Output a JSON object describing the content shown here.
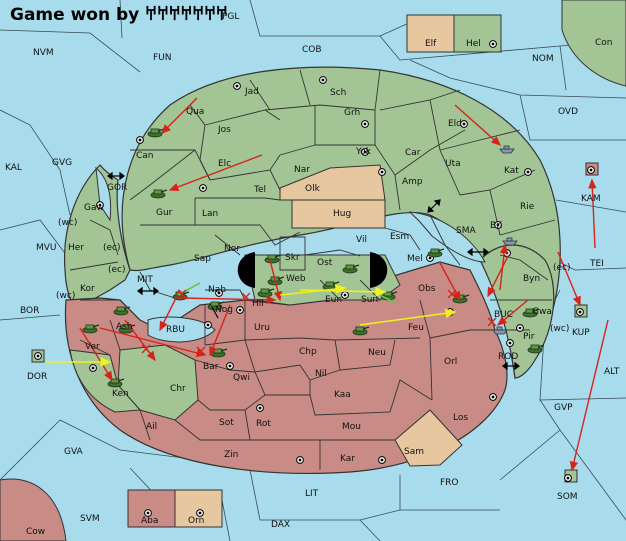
{
  "title": "Game won by 𐀀𐀀𐀀𐀀𐀀𐀀𐀀",
  "colors": {
    "sea": "#a8dced",
    "green": "#a3c495",
    "pink": "#c98b85",
    "tan": "#e6c79f",
    "arrow_red": "#d4241c",
    "arrow_yellow": "#f1f020",
    "arrow_green": "#65c748"
  },
  "labels": {
    "nvm": "NVM",
    "fun": "FUN",
    "cob": "COB",
    "nom": "NOM",
    "con": "Con",
    "pgl": "PGL",
    "elf": "Elf",
    "hel": "Hel",
    "jad": "Jad",
    "sch": "Sch",
    "qua": "Qua",
    "jos": "Jos",
    "grh": "Grh",
    "eld": "Eld",
    "ovd": "OVD",
    "kal": "KAL",
    "gvg": "GVG",
    "can": "Can",
    "elc": "Elc",
    "nar": "Nar",
    "yok": "Yok",
    "car": "Car",
    "uta": "Uta",
    "kat": "Kat",
    "gor": "GOR",
    "gaw": "Gaw",
    "tel": "Tel",
    "olk": "Olk",
    "amp": "Amp",
    "kam": "KAM",
    "gur": "Gur",
    "lan": "Lan",
    "hug": "Hug",
    "rie": "Rie",
    "wc1": "(wc)",
    "mvu": "MVU",
    "her": "Her",
    "ec1": "(ec)",
    "nor": "Nor",
    "skr": "Skr",
    "vil": "Vil",
    "esm": "Esm",
    "sma": "SMA",
    "bri": "Bri",
    "tei": "TEI",
    "sap": "Sap",
    "ost": "Ost",
    "mel": "Mel",
    "ec2": "(ec)",
    "web": "Web",
    "byn": "Byn",
    "kor": "Kor",
    "wc2": "(wc)",
    "mit": "MIT",
    "nab": "Nab",
    "eun": "Eun",
    "sun": "Sun",
    "obs": "Obs",
    "ec3": "(ec)",
    "kup": "KUP",
    "bor": "BOR",
    "nog": "Nog",
    "hil": "Hil",
    "buc": "BUC",
    "gwa": "Gwa",
    "ash": "Ash",
    "rbu": "RBU",
    "uru": "Uru",
    "feu": "Feu",
    "pir": "Pir",
    "wc3": "(wc)",
    "ver": "Ver",
    "chp": "Chp",
    "neu": "Neu",
    "orl": "Orl",
    "rod": "ROD",
    "alt": "ALT",
    "dor": "DOR",
    "bar": "Bar",
    "qwi": "Qwi",
    "nil": "Nil",
    "ken": "Ken",
    "chr": "Chr",
    "kaa": "Kaa",
    "gvp": "GVP",
    "sot": "Sot",
    "rot": "Rot",
    "los": "Los",
    "ail": "Ail",
    "mou": "Mou",
    "gva": "GVA",
    "zin": "Zin",
    "kar": "Kar",
    "sam": "Sam",
    "fro": "FRO",
    "lit": "LIT",
    "som": "SOM",
    "svm": "SVM",
    "aba": "Aba",
    "orn": "Orn",
    "dax": "DAX",
    "cow": "Cow"
  }
}
